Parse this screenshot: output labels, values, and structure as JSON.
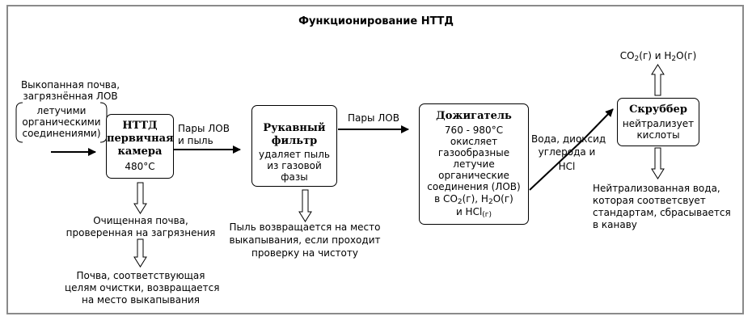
{
  "title": "Функционирование НТТД",
  "input": {
    "soil_line1": "Выкопанная почва,",
    "soil_line2": "загрязнённая ЛОВ",
    "bracket_lines": [
      "летучими",
      "органическими",
      "соединениями)"
    ]
  },
  "chamber": {
    "title_lines": [
      "НТТД",
      "первичная",
      "камера"
    ],
    "temp": "480°C"
  },
  "label_vapors_dust": [
    "Пары ЛОВ",
    "и пыль"
  ],
  "baghouse": {
    "title_lines": [
      "Рукавный",
      "фильтр"
    ],
    "desc_lines": [
      "удаляет пыль",
      "из газовой",
      "фазы"
    ]
  },
  "label_vapors": "Пары ЛОВ",
  "afterburner": {
    "title": "Дожигатель",
    "temp": "760 - 980°C",
    "desc_lines": [
      "окисляет",
      "газообразные",
      "летучие",
      "органические",
      "соединения (ЛОВ)"
    ],
    "products_line1_pre": "в CO",
    "products_line1_sub1": "2",
    "products_line1_mid": "(г),  H",
    "products_line1_sub2": "2",
    "products_line1_post": "O(г)",
    "products_line2_pre": "и HCl",
    "products_line2_sub": "(г)"
  },
  "label_water_co2": [
    "Вода, диоксид",
    "углерода и",
    "HCl"
  ],
  "scrubber": {
    "title": "Скруббер",
    "desc_lines": [
      "нейтрализует",
      "кислоты"
    ]
  },
  "emission": {
    "pre": "CO",
    "sub1": "2",
    "mid": "(г) и H",
    "sub2": "2",
    "post": "O(г)"
  },
  "treated_soil": [
    "Очищенная почва,",
    "проверенная на загрязнения"
  ],
  "returned_soil": [
    "Почва, соответствующая",
    "целям очистки, возвращается",
    "на место выкапывания"
  ],
  "dust_return": [
    "Пыль возвращается на место",
    "выкапывания, если проходит",
    "проверку на чистоту"
  ],
  "neutral_water": [
    "Нейтрализованная вода,",
    "которая соответсвует",
    "стандартам, сбрасывается",
    "в канаву"
  ]
}
